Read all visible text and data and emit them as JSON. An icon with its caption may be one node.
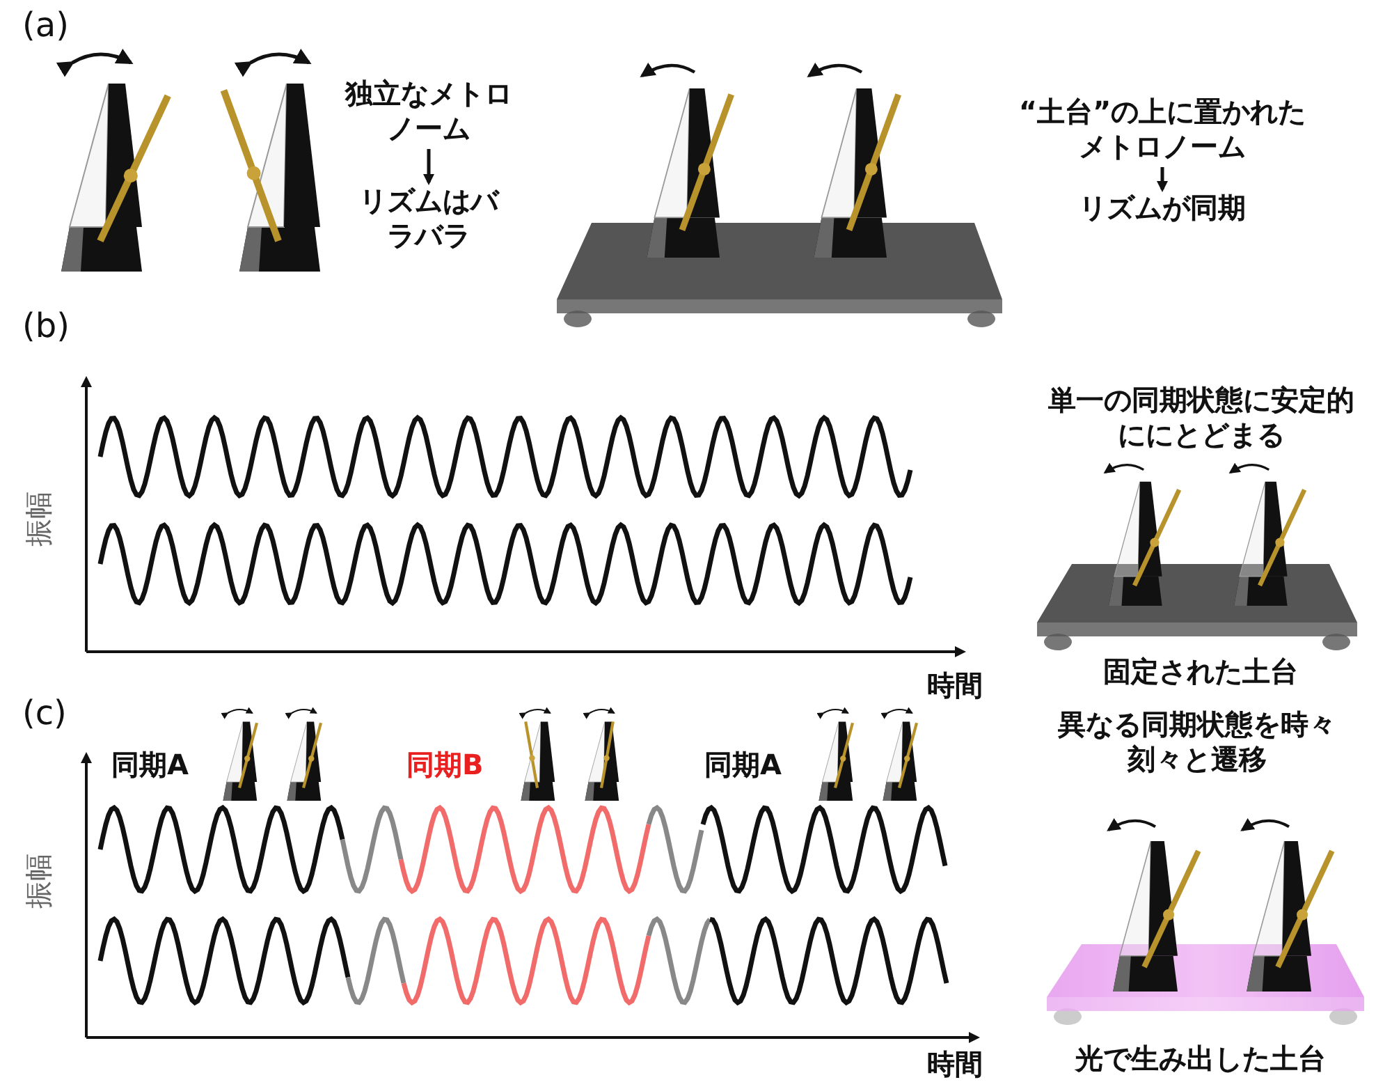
{
  "diagram": {
    "nodes": [
      {
        "text": [
          "独立なメトロノーム"
        ]
      },
      {
        "text": [
          "リズムはバラバラ"
        ]
      },
      {
        "text": [
          "“土台”の上に置かれたメトロノーム"
        ]
      },
      {
        "text": [
          "リズムが同期"
        ]
      }
    ],
    "edges": [
      {
        "from": 0,
        "to": 1,
        "arrow": "to"
      },
      {
        "from": 2,
        "to": 3,
        "arrow": "to"
      }
    ],
    "labels": [
      "(a)",
      "(b)",
      "単一の同期状態に安定的ににとどまる",
      "振幅",
      "固定された土台",
      "時間",
      "(c)",
      "同期A",
      "同期B",
      "同期A",
      "異なる同期状態を時々刻々と遷移",
      "振幅",
      "時間",
      "光で生み出した土台"
    ]
  }
}
